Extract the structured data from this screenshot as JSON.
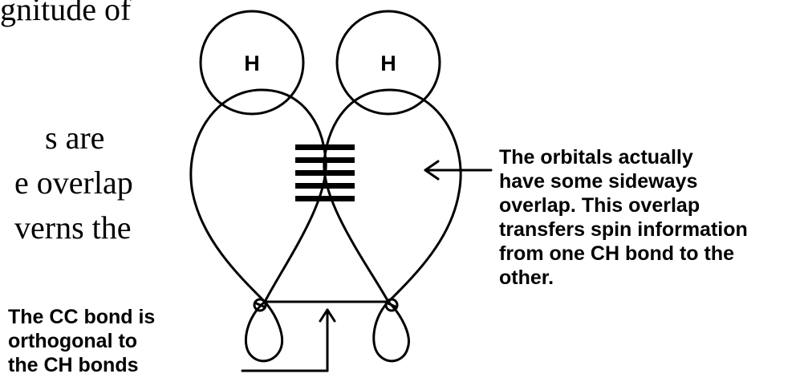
{
  "body_text_fragments": [
    "gnitude of",
    "s are",
    "e overlap",
    "verns the"
  ],
  "diagram": {
    "atom_labels": [
      "H",
      "H"
    ],
    "right_annotation_lines": [
      "The orbitals actually",
      "have some sideways",
      "overlap. This overlap",
      "transfers spin information",
      "from one CH bond to the",
      "other."
    ],
    "left_annotation_lines": [
      "The CC bond is",
      "orthogonal to",
      "the CH bonds"
    ],
    "line_color": "#000000",
    "background_color": "#ffffff"
  }
}
